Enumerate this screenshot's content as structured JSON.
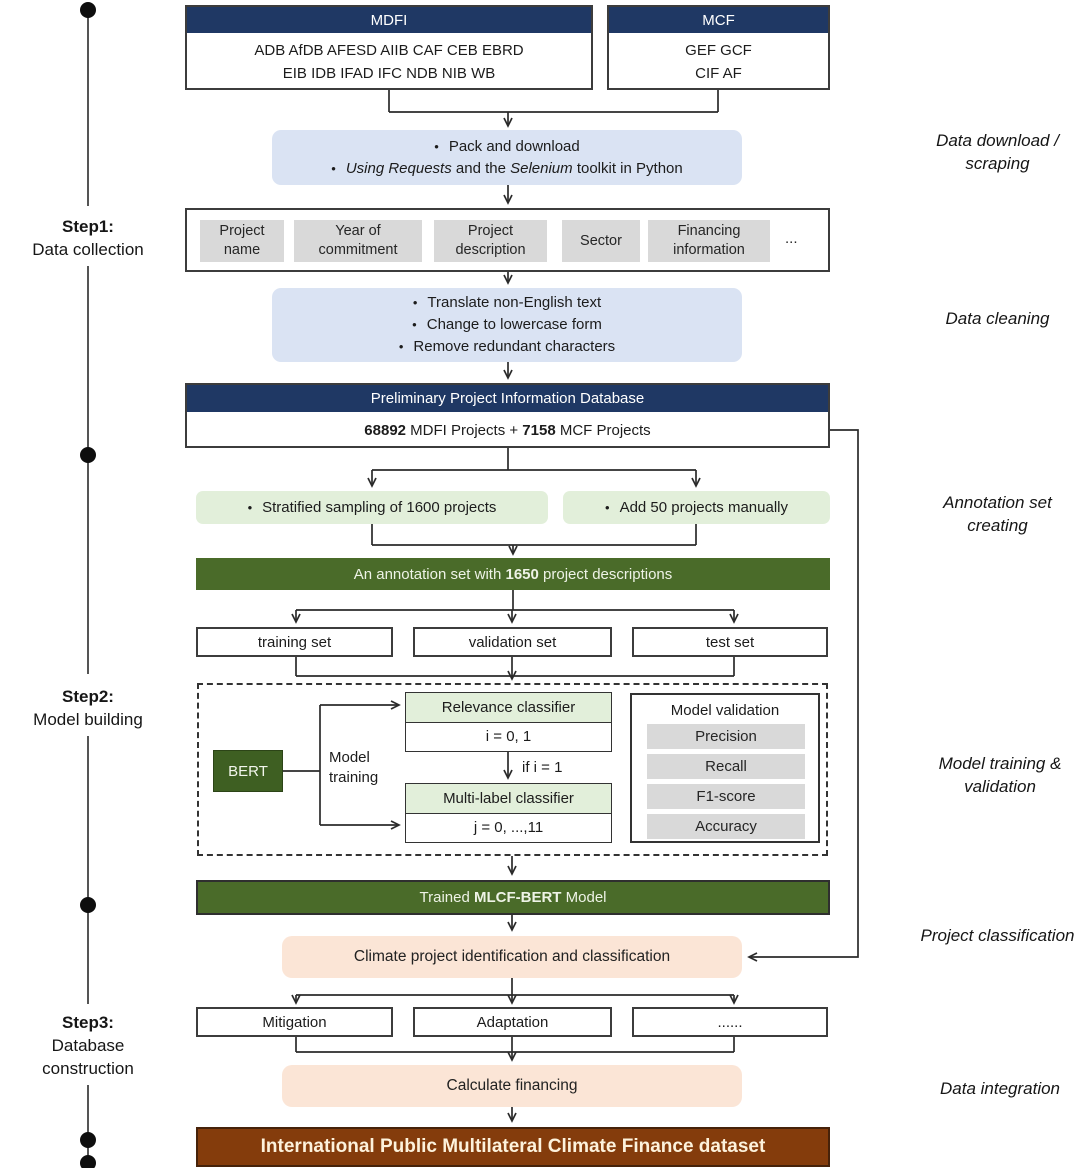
{
  "palette": {
    "navy": "#1f3864",
    "light_blue": "#dae3f3",
    "light_green": "#e2efda",
    "dark_green": "#4a6b29",
    "bert_green": "#3e5f22",
    "peach": "#fbe5d6",
    "gray_chip": "#d9d9d9",
    "brown": "#843c0c",
    "line": "#2b2b2b"
  },
  "timeline": {
    "steps": [
      {
        "title": "Step1:",
        "subtitle": "Data collection"
      },
      {
        "title": "Step2:",
        "subtitle": "Model building"
      },
      {
        "title": "Step3:",
        "subtitle": "Database construction"
      }
    ]
  },
  "right_labels": [
    "Data download / scraping",
    "Data cleaning",
    "Annotation set creating",
    "Model training & validation",
    "Project classification",
    "Data integration"
  ],
  "sources": {
    "mdfi": {
      "header": "MDFI",
      "line1": "ADB AfDB AFESD AIIB CAF CEB EBRD",
      "line2": "EIB IDB IFAD IFC NDB NIB WB"
    },
    "mcf": {
      "header": "MCF",
      "line1": "GEF GCF",
      "line2": "CIF AF"
    }
  },
  "download_box": {
    "bullet1": "Pack and download",
    "bullet2": {
      "i1": "Using Requests",
      "t1": " and the ",
      "i2": "Selenium",
      "t2": " toolkit in Python"
    }
  },
  "fields_box": {
    "items": [
      "Project name",
      "Year of commitment",
      "Project description",
      "Sector",
      "Financing information"
    ],
    "more": "..."
  },
  "cleaning_box": {
    "bullets": [
      "Translate non-English text",
      "Change to lowercase form",
      "Remove redundant characters"
    ]
  },
  "database_box": {
    "header": "Preliminary Project Information Database",
    "count1": "68892",
    "mid": " MDFI Projects + ",
    "count2": "7158",
    "tail": " MCF Projects"
  },
  "sampling_box": "Stratified sampling of 1600 projects",
  "manual_box": "Add 50 projects manually",
  "annotation_bar": {
    "pre": "An annotation set with ",
    "count": "1650",
    "post": " project descriptions"
  },
  "dataset_splits": [
    "training set",
    "validation set",
    "test set"
  ],
  "model_building": {
    "bert": "BERT",
    "model_training_label": "Model training",
    "relevance": {
      "header": "Relevance classifier",
      "body": "i = 0, 1"
    },
    "condition": "if i = 1",
    "multilabel": {
      "header": "Multi-label classifier",
      "body": "j = 0, ...,11"
    },
    "validation": {
      "title": "Model validation",
      "metrics": [
        "Precision",
        "Recall",
        "F1-score",
        "Accuracy"
      ]
    }
  },
  "trained_bar": {
    "pre": "Trained ",
    "name": "MLCF-BERT",
    "post": " Model"
  },
  "identification_box": "Climate project identification and classification",
  "categories": [
    "Mitigation",
    "Adaptation",
    "......"
  ],
  "financing_box": "Calculate financing",
  "final_bar": "International Public Multilateral Climate Finance dataset"
}
